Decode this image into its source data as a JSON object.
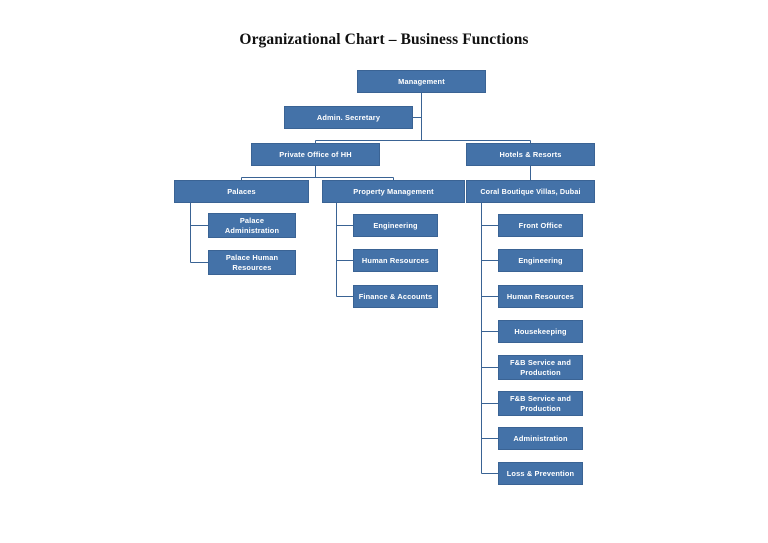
{
  "chart_data": {
    "type": "diagram",
    "diagram_kind": "organizational-chart",
    "title": "Organizational Chart – Business Functions",
    "palette": {
      "node_fill": "#4472A8",
      "node_border": "#3A6394",
      "node_text": "#FFFFFF",
      "connector": "#3A6394",
      "background": "#FFFFFF",
      "title_text": "#111111"
    },
    "nodes": [
      {
        "id": "management",
        "label": "Management",
        "level": 0,
        "parent": null
      },
      {
        "id": "admin_secretary",
        "label": "Admin. Secretary",
        "level": 1,
        "parent": "management",
        "role": "assistant"
      },
      {
        "id": "private_office",
        "label": "Private Office of HH",
        "level": 2,
        "parent": "management"
      },
      {
        "id": "hotels_resorts",
        "label": "Hotels & Resorts",
        "level": 2,
        "parent": "management"
      },
      {
        "id": "palaces",
        "label": "Palaces",
        "level": 3,
        "parent": "private_office"
      },
      {
        "id": "property_mgmt",
        "label": "Property Management",
        "level": 3,
        "parent": "private_office"
      },
      {
        "id": "coral_villas",
        "label": "Coral Boutique Villas, Dubai",
        "level": 3,
        "parent": "hotels_resorts"
      },
      {
        "id": "palace_admin",
        "label": "Palace Administration",
        "level": 4,
        "parent": "palaces"
      },
      {
        "id": "palace_hr",
        "label": "Palace Human Resources",
        "level": 4,
        "parent": "palaces"
      },
      {
        "id": "pm_engineering",
        "label": "Engineering",
        "level": 4,
        "parent": "property_mgmt"
      },
      {
        "id": "pm_hr",
        "label": "Human Resources",
        "level": 4,
        "parent": "property_mgmt"
      },
      {
        "id": "pm_finance",
        "label": "Finance & Accounts",
        "level": 4,
        "parent": "property_mgmt"
      },
      {
        "id": "cv_front_office",
        "label": "Front Office",
        "level": 4,
        "parent": "coral_villas"
      },
      {
        "id": "cv_engineering",
        "label": "Engineering",
        "level": 4,
        "parent": "coral_villas"
      },
      {
        "id": "cv_hr",
        "label": "Human Resources",
        "level": 4,
        "parent": "coral_villas"
      },
      {
        "id": "cv_housekeeping",
        "label": "Housekeeping",
        "level": 4,
        "parent": "coral_villas"
      },
      {
        "id": "cv_fnb_1",
        "label": "F&B Service and Production",
        "level": 4,
        "parent": "coral_villas"
      },
      {
        "id": "cv_fnb_2",
        "label": "F&B Service and Production",
        "level": 4,
        "parent": "coral_villas"
      },
      {
        "id": "cv_administration",
        "label": "Administration",
        "level": 4,
        "parent": "coral_villas"
      },
      {
        "id": "cv_loss_prevention",
        "label": "Loss & Prevention",
        "level": 4,
        "parent": "coral_villas"
      }
    ]
  },
  "nodes": {
    "management": {
      "label": "Management"
    },
    "admin_secretary": {
      "label": "Admin. Secretary"
    },
    "private_office": {
      "label": "Private Office of HH"
    },
    "hotels_resorts": {
      "label": "Hotels & Resorts"
    },
    "palaces": {
      "label": "Palaces"
    },
    "property_mgmt": {
      "label": "Property Management"
    },
    "coral_villas": {
      "label": "Coral Boutique Villas, Dubai"
    },
    "palace_admin": {
      "label": "Palace Administration"
    },
    "palace_hr": {
      "label": "Palace Human Resources"
    },
    "pm_engineering": {
      "label": "Engineering"
    },
    "pm_hr": {
      "label": "Human Resources"
    },
    "pm_finance": {
      "label": "Finance & Accounts"
    },
    "cv_front_office": {
      "label": "Front Office"
    },
    "cv_engineering": {
      "label": "Engineering"
    },
    "cv_hr": {
      "label": "Human Resources"
    },
    "cv_housekeeping": {
      "label": "Housekeeping"
    },
    "cv_fnb_1": {
      "label": "F&B Service and Production"
    },
    "cv_fnb_2": {
      "label": "F&B Service and Production"
    },
    "cv_administration": {
      "label": "Administration"
    },
    "cv_loss_prevention": {
      "label": "Loss & Prevention"
    }
  },
  "header": {
    "title": "Organizational Chart – Business Functions"
  }
}
